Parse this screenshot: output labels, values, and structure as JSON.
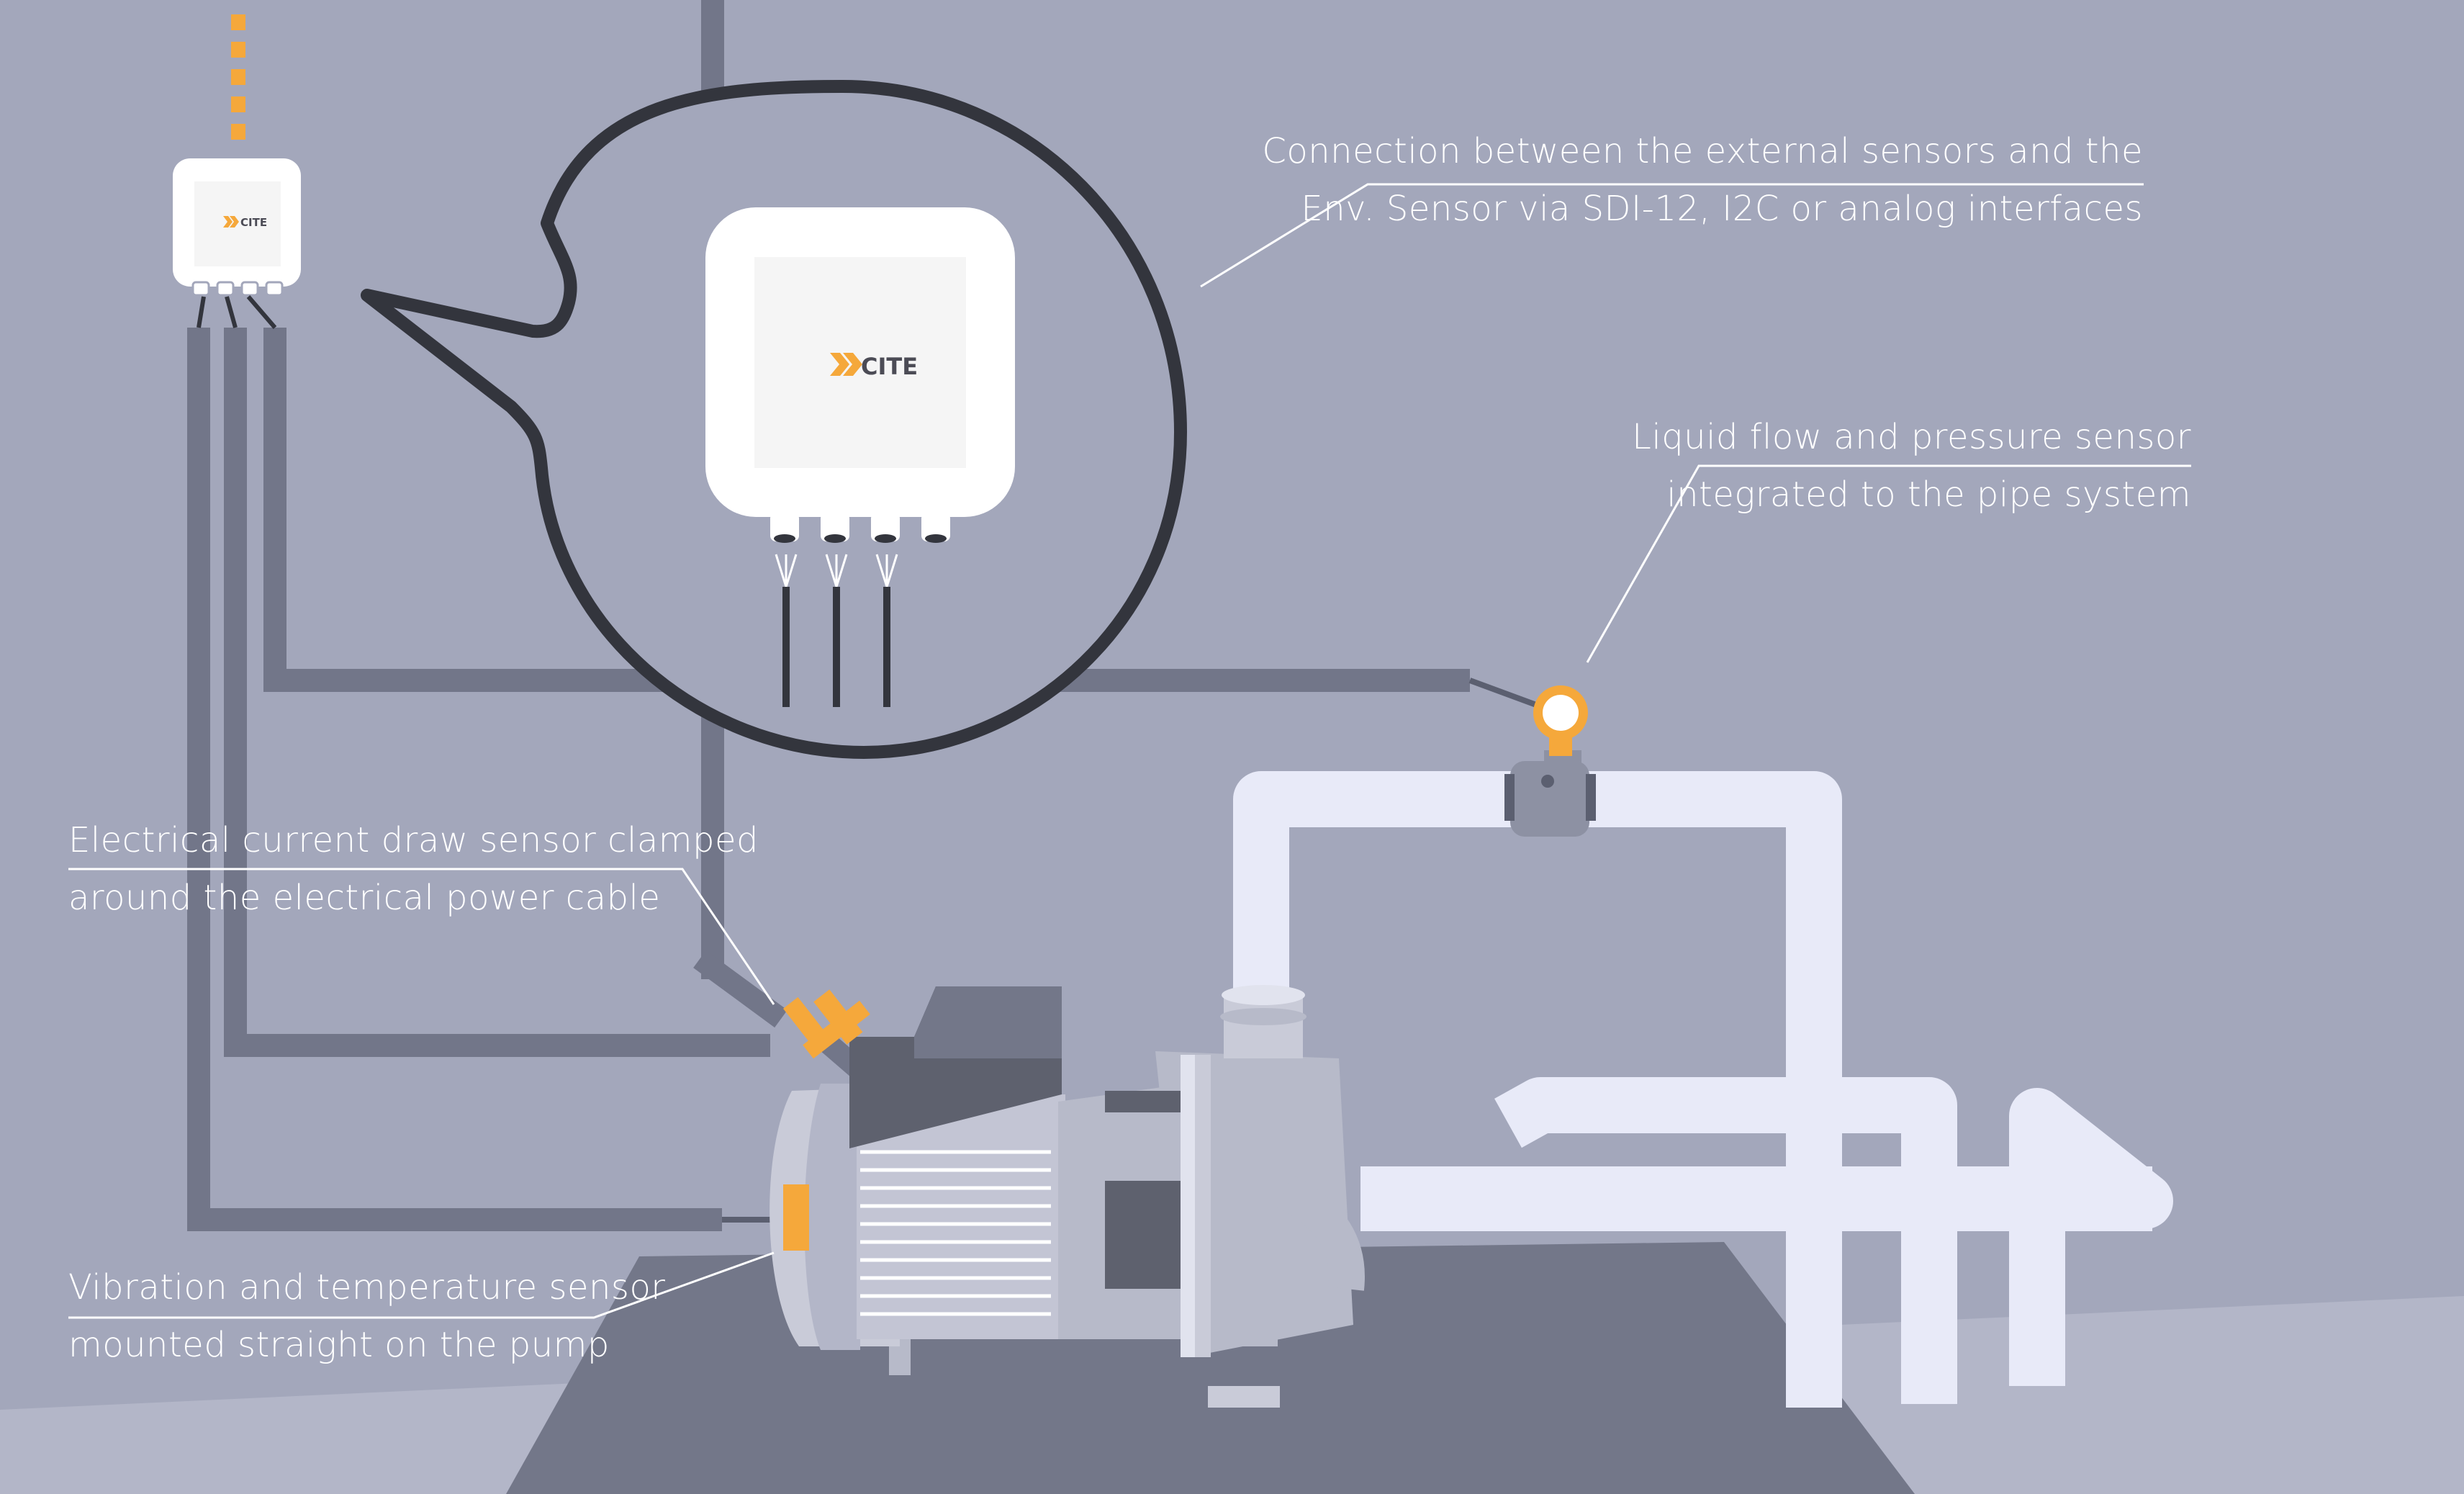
{
  "colors": {
    "wall": "#a3a7bb",
    "floor": "#b3b6c8",
    "platform": "#737789",
    "cable": "#727689",
    "pipe": "#e8eaf8",
    "sensor_accent": "#f5a83b",
    "device_body": "#ffffff",
    "callout_outline": "#33353d"
  },
  "device": {
    "brand": "CITE",
    "logo_icon": "xcite-chevron-icon"
  },
  "annotations": {
    "connection": {
      "line1": "Connection between the external sensors and the",
      "line2": "Env. Sensor via SDI-12, I2C or analog interfaces"
    },
    "flow": {
      "line1": "Liquid flow and pressure sensor",
      "line2": "integrated to the pipe system"
    },
    "current": {
      "line1": "Electrical current draw sensor clamped",
      "line2": "around the electrical power cable"
    },
    "vibration": {
      "line1": "Vibration and temperature sensor",
      "line2": "mounted straight on the pump"
    }
  }
}
